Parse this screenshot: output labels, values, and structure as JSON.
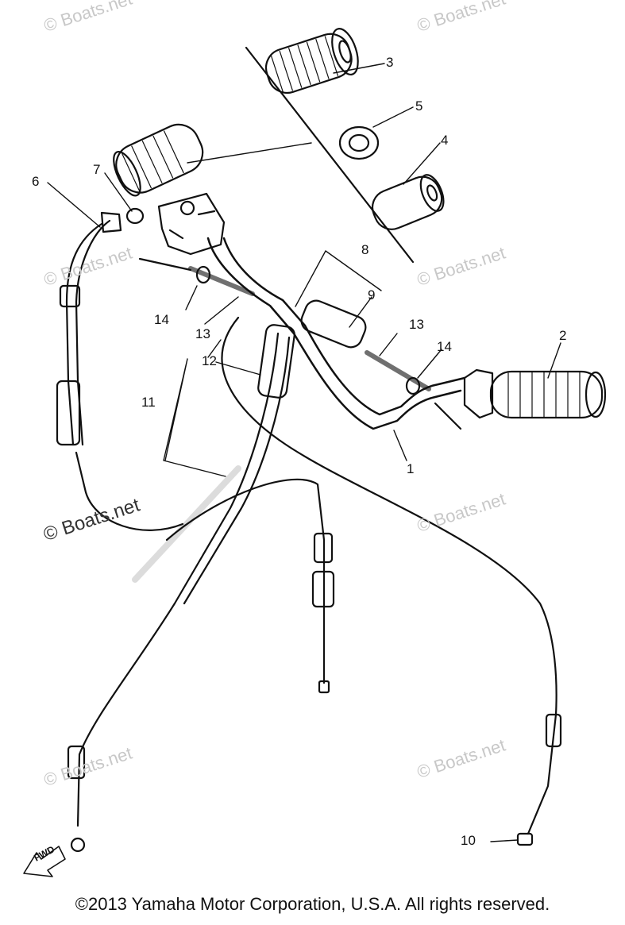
{
  "watermark": {
    "text": "© Boats.net",
    "color": "#c8c8c8"
  },
  "callouts": [
    "1",
    "2",
    "3",
    "4",
    "5",
    "6",
    "7",
    "8",
    "9",
    "10",
    "11",
    "12",
    "13",
    "13",
    "14",
    "14"
  ],
  "fwd_label": "FWD",
  "copyright": "©2013 Yamaha Motor Corporation, U.S.A. All rights reserved.",
  "colors": {
    "line": "#111111",
    "background": "#ffffff"
  }
}
